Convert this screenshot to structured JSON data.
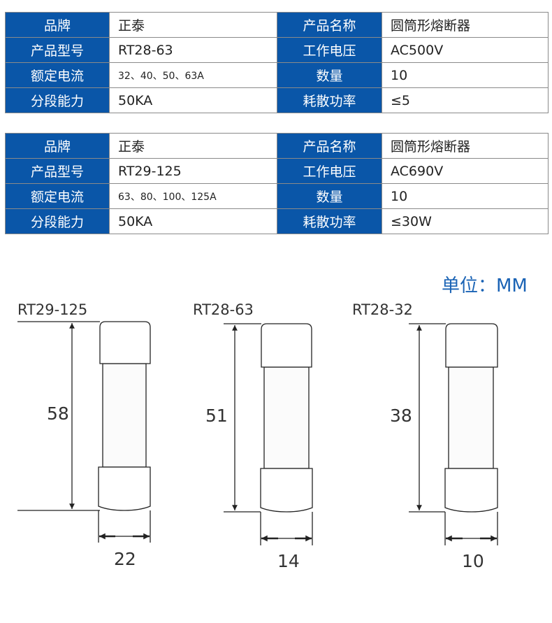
{
  "tables": [
    {
      "rows": [
        {
          "k1": "品牌",
          "v1": "正泰",
          "k2": "产品名称",
          "v2": "圆筒形熔断器"
        },
        {
          "k1": "产品型号",
          "v1": "RT28-63",
          "k2": "工作电压",
          "v2": "AC500V"
        },
        {
          "k1": "额定电流",
          "v1": "32、40、50、63A",
          "k2": "数量",
          "v2": "10"
        },
        {
          "k1": "分段能力",
          "v1": "50KA",
          "k2": "耗散功率",
          "v2": "≤5"
        }
      ]
    },
    {
      "rows": [
        {
          "k1": "品牌",
          "v1": "正泰",
          "k2": "产品名称",
          "v2": "圆筒形熔断器"
        },
        {
          "k1": "产品型号",
          "v1": "RT29-125",
          "k2": "工作电压",
          "v2": "AC690V"
        },
        {
          "k1": "额定电流",
          "v1": "63、80、100、125A",
          "k2": "数量",
          "v2": "10"
        },
        {
          "k1": "分段能力",
          "v1": "50KA",
          "k2": "耗散功率",
          "v2": "≤30W"
        }
      ]
    }
  ],
  "unit": "单位：MM",
  "fuses": [
    {
      "model": "RT29-125",
      "length": "58",
      "diameter": "22"
    },
    {
      "model": "RT28-63",
      "length": "51",
      "diameter": "14"
    },
    {
      "model": "RT28-32",
      "length": "38",
      "diameter": "10"
    }
  ]
}
